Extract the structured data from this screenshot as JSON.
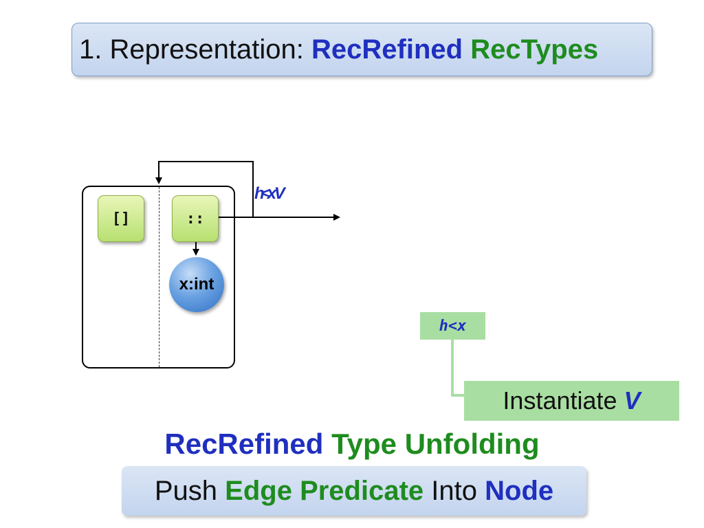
{
  "title": {
    "prefix": "1. Representation: ",
    "word1": "RecRefined",
    "word2": "RecTypes"
  },
  "diagram": {
    "nil_label": "[]",
    "cons_label": "::",
    "node_label": "x:int",
    "edge_label": "h<x V"
  },
  "predicate_tag": "h<x",
  "instantiate": {
    "text": "Instantiate ",
    "var": "V"
  },
  "unfolding_title": {
    "word1": "RecRefined",
    "word2": "Type Unfolding"
  },
  "push": {
    "w1": "Push ",
    "w2": "Edge Predicate",
    "w3": " Into ",
    "w4": "Node"
  },
  "colors": {
    "blue": "#1f2fbf",
    "green": "#1e8c1e",
    "tag_green": "#a9dea2",
    "box_blue": "#c9d8f0"
  }
}
